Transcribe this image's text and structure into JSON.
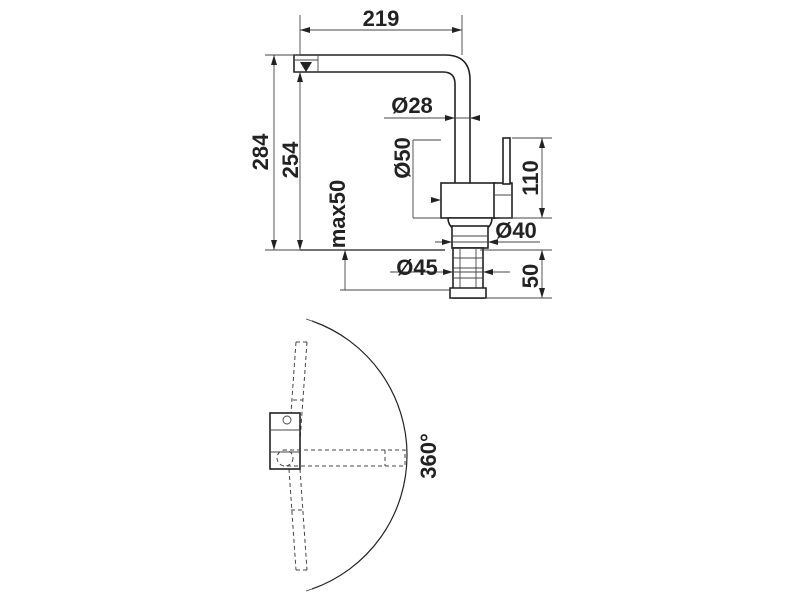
{
  "colors": {
    "line": "#222222",
    "background": "#ffffff"
  },
  "dimensions": {
    "spout_reach": "219",
    "total_height": "284",
    "spout_height": "254",
    "max_thickness": "max50",
    "spout_diameter": "Ø28",
    "body_diameter": "Ø50",
    "lever_height": "110",
    "base_diameter": "Ø40",
    "hole_diameter": "Ø45",
    "shank_length": "50"
  },
  "rotation": {
    "angle_label": "360°"
  }
}
